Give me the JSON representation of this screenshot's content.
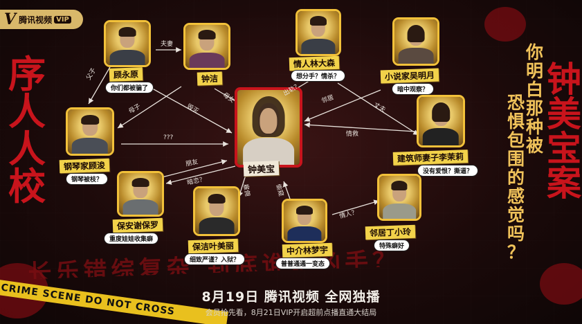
{
  "logo": {
    "letter": "V",
    "text": "腾讯视频",
    "vip": "VIP"
  },
  "left_title": [
    "序",
    "人",
    "人",
    "校"
  ],
  "right_title": [
    "钟",
    "美",
    "宝",
    "案"
  ],
  "question_lines": [
    [
      "你",
      "明",
      "白",
      "那",
      "种",
      "被"
    ],
    [
      "恐",
      "惧",
      "包",
      "围",
      "的",
      "感",
      "觉",
      "吗",
      "？"
    ]
  ],
  "center": {
    "name": "钟美宝"
  },
  "characters": [
    {
      "id": "gu-yongyuan",
      "name": "顾永原",
      "tag": "你们都被骗了"
    },
    {
      "id": "zhong-jie",
      "name": "钟洁",
      "tag": ""
    },
    {
      "id": "lin-dasen",
      "name": "情人林大森",
      "tag": "想分手？情杀？"
    },
    {
      "id": "wu-mingyue",
      "name": "小说家吴明月",
      "tag": "暗中观察？"
    },
    {
      "id": "li-moli",
      "name": "建筑师妻子李茉莉",
      "tag": "没有爱恨？撕逼？"
    },
    {
      "id": "ding-xiaoling",
      "name": "邻居丁小玲",
      "tag": "特殊癖好"
    },
    {
      "id": "lin-mengyu",
      "name": "中介林梦宇",
      "tag": "普普通通一变态"
    },
    {
      "id": "ye-meili",
      "name": "保洁叶美丽",
      "tag": "细致严谨？入狱？"
    },
    {
      "id": "xie-baoluo",
      "name": "保安谢保罗",
      "tag": "重度娃娃收集癖"
    },
    {
      "id": "gu-jun",
      "name": "钢琴家顾浚",
      "tag": "钢琴被枝？"
    }
  ],
  "relations": {
    "husband_wife": "夫妻",
    "father_son": "父子",
    "mother_son": "母子",
    "enemy": "毁灭",
    "mother_daughter": "母女",
    "unknown": "???",
    "cheat": "出轨？",
    "neighbor": "邻居",
    "husband": "丈夫",
    "rescue": "情救",
    "friend": "朋友",
    "crush": "暗恋？",
    "employ": "雇佣",
    "peep": "偷窥",
    "lover": "情人？"
  },
  "bottom_strip": "长乐错综复杂 到底谁是凶手？",
  "tape_text": "CRIME SCENE DO NOT CROSS",
  "release": "8月19日  腾讯视频  全网独播",
  "sub": "会员抢先看，8月21日VIP开启超前点播直通大结局",
  "colors": {
    "accent_red": "#c8141c",
    "accent_gold": "#f2c13a",
    "tag_bg": "#ffffff"
  }
}
